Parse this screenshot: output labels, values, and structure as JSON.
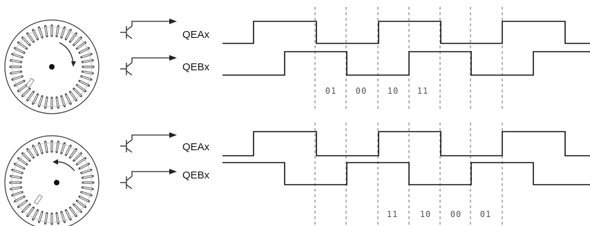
{
  "panels": [
    {
      "direction": "clockwise",
      "signals": [
        {
          "name": "QEAx",
          "levels_per_quarter_period": [
            0,
            1,
            1,
            0,
            0,
            1,
            1,
            0,
            0,
            1,
            1,
            0
          ]
        },
        {
          "name": "QEBx",
          "levels_per_quarter_period": [
            0,
            0,
            1,
            1,
            0,
            0,
            1,
            1,
            0,
            0,
            1,
            1
          ]
        }
      ],
      "states": [
        "01",
        "00",
        "10",
        "11"
      ]
    },
    {
      "direction": "counter-clockwise",
      "signals": [
        {
          "name": "QEAx",
          "levels_per_quarter_period": [
            0,
            1,
            1,
            0,
            0,
            1,
            1,
            0,
            0,
            1,
            1,
            0
          ]
        },
        {
          "name": "QEBx",
          "levels_per_quarter_period": [
            1,
            1,
            0,
            0,
            1,
            1,
            0,
            0,
            1,
            1,
            0,
            0
          ]
        }
      ],
      "states": [
        "11",
        "10",
        "00",
        "01"
      ]
    }
  ],
  "colors": {
    "line": "#111111",
    "guide": "#666666",
    "encoder_fill": "#ffffff"
  }
}
